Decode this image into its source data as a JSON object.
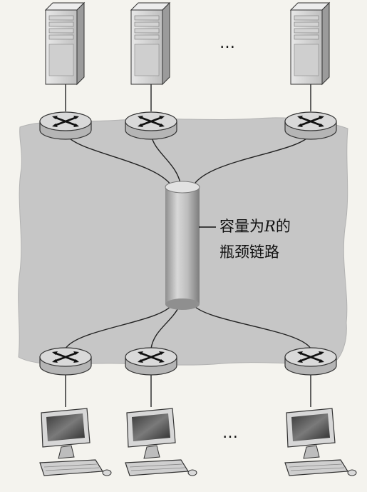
{
  "labels": {
    "top_ellipsis": "…",
    "bottom_ellipsis": "…",
    "bottleneck_line1_prefix": "容量为",
    "bottleneck_line1_var": "R",
    "bottleneck_line1_suffix": "的",
    "bottleneck_line2": "瓶颈链路"
  },
  "nodes": {
    "servers": [
      "server",
      "server",
      "server"
    ],
    "top_routers": [
      "router",
      "router",
      "router"
    ],
    "bottom_routers": [
      "router",
      "router",
      "router"
    ],
    "clients": [
      "client-pc",
      "client-pc",
      "client-pc"
    ]
  },
  "colors": {
    "cloud": "#c6c6c6",
    "router_top": "#d9d9d9",
    "router_side": "#b5b5b5",
    "pipe": "#b3b3b3",
    "outline": "#333333",
    "screen": "#5a5a5a"
  }
}
